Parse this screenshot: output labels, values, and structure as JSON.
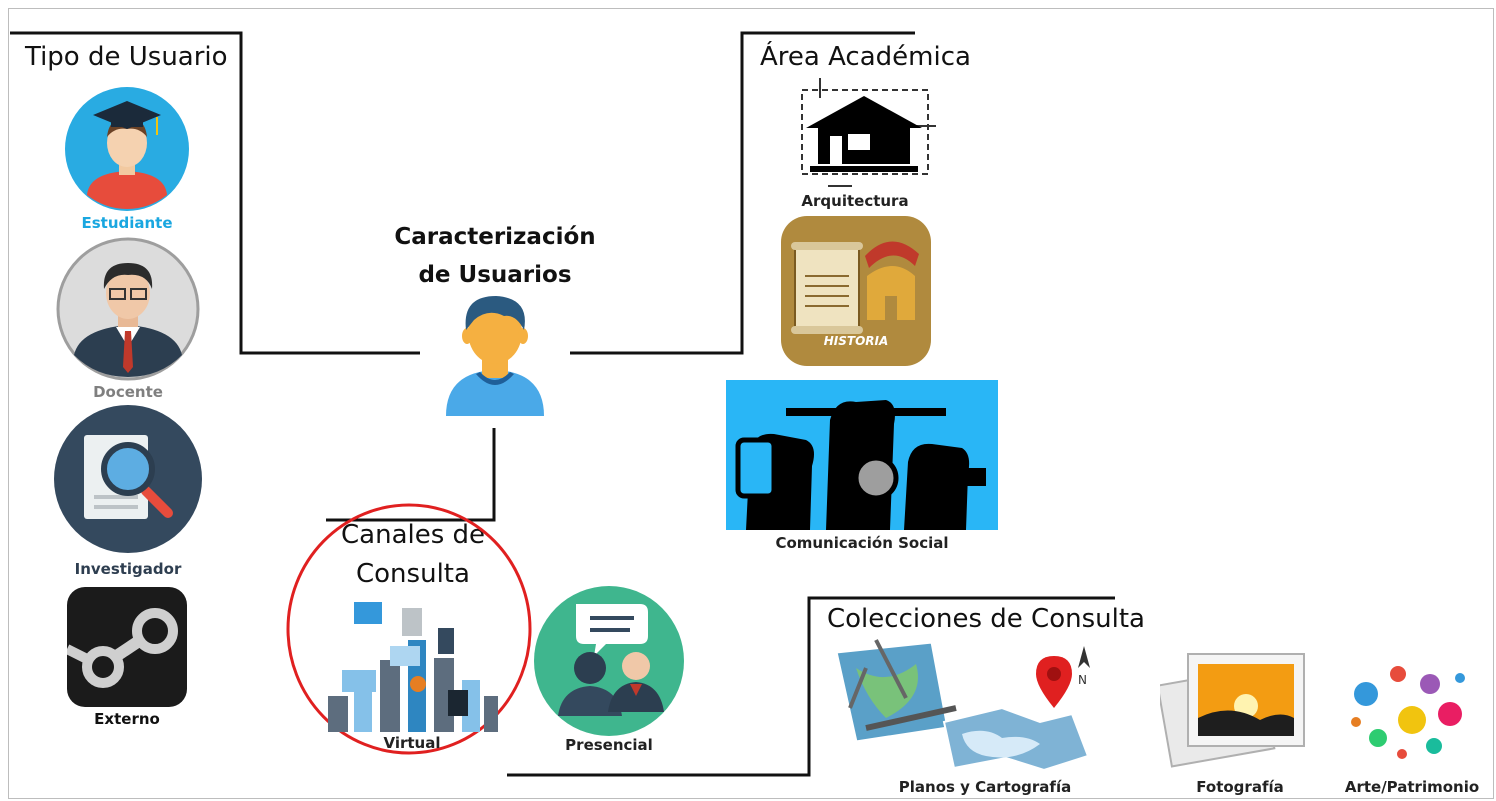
{
  "center": {
    "line1": "Caracterización",
    "line2": "de Usuarios"
  },
  "user_types": {
    "title": "Tipo de Usuario",
    "items": [
      {
        "label": "Estudiante",
        "color": "#1aa7e0",
        "icon": "student-icon"
      },
      {
        "label": "Docente",
        "color": "#7f7f7f",
        "icon": "teacher-icon"
      },
      {
        "label": "Investigador",
        "color": "#2e3e50",
        "icon": "researcher-icon"
      },
      {
        "label": "Externo",
        "color": "#111111",
        "icon": "steam-icon"
      }
    ]
  },
  "academic": {
    "title": "Área Académica",
    "items": [
      {
        "label": "Arquitectura",
        "icon": "house-blueprint-icon"
      },
      {
        "label": "HISTORIA",
        "icon": "history-icon"
      },
      {
        "label": "Comunicación Social",
        "icon": "raised-fists-icon"
      }
    ]
  },
  "channels": {
    "title_line1": "Canales de",
    "title_line2": "Consulta",
    "items": [
      {
        "label": "Virtual",
        "icon": "crowd-devices-icon"
      },
      {
        "label": "Presencial",
        "icon": "meeting-icon"
      }
    ]
  },
  "collections": {
    "title": "Colecciones de Consulta",
    "items": [
      {
        "label": "Planos y Cartografía",
        "icon": "map-icon"
      },
      {
        "label": "Fotografía",
        "icon": "photo-icon"
      },
      {
        "label": "Arte/Patrimonio",
        "icon": "paint-splash-icon"
      }
    ]
  },
  "colors": {
    "line": "#111111",
    "circle": "#e02020",
    "comm_bg": "#29b6f6",
    "history_bg": "#b08a3e"
  }
}
